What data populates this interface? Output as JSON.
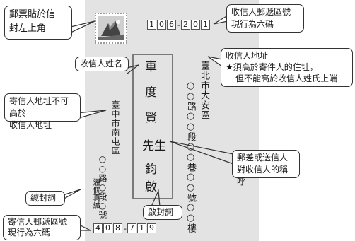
{
  "callouts": {
    "stamp": [
      "郵票貼於信",
      "封左上角"
    ],
    "recipient_zip": [
      "收信人郵遞區號",
      "現行為六碼"
    ],
    "recipient_name": "收信人姓名",
    "recipient_address_title": "收信人地址",
    "recipient_address_note1": "★須高於寄件人的住址，",
    "recipient_address_note2": "但不能高於收信人姓氏上端",
    "sender_address": [
      "寄信人地址不可高於",
      "收信人地址"
    ],
    "honorific": [
      "郵差或送信人",
      "對收信人的稱呼"
    ],
    "closing": "緘封詞",
    "opening": "啟封詞",
    "sender_zip": [
      "寄信人郵遞區號",
      "現行為六碼"
    ]
  },
  "envelope": {
    "recipient_zip": [
      "1",
      "0",
      "6",
      "2",
      "0",
      "1"
    ],
    "sender_zip": [
      "4",
      "0",
      "8",
      "7",
      "1",
      "9"
    ],
    "recipient_address": [
      "臺北市大安區",
      "○○路○○段○○巷○○號○○樓"
    ],
    "recipient_name": [
      "車",
      "度",
      "賢",
      "先生",
      "鈞",
      "啟"
    ],
    "sender_address": [
      "臺中市南屯區",
      "○○路○段○號"
    ],
    "sender_closing": "溫僩真緘"
  },
  "colors": {
    "envelope": "#e3e3e3",
    "frame": "#7a7a7a",
    "callout_border": "#333333"
  }
}
